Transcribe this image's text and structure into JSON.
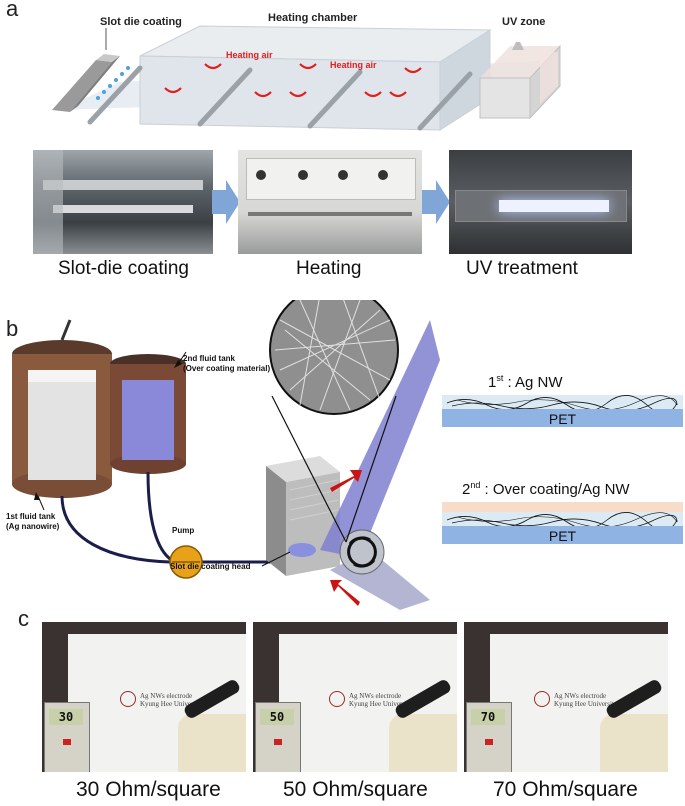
{
  "panel_a": {
    "letter": "a",
    "labels": {
      "slot_die": "Slot die coating",
      "heating_chamber": "Heating chamber",
      "uv_zone": "UV zone",
      "heating_air_1": "Heating air",
      "heating_air_2": "Heating air"
    },
    "photo_captions": [
      "Slot-die  coating",
      "Heating",
      "UV treatment"
    ]
  },
  "panel_b": {
    "letter": "b",
    "labels": {
      "tank2_line1": "2nd fluid tank",
      "tank2_line2": "(Over coating material)",
      "tank1_line1": "1st fluid tank",
      "tank1_line2": "(Ag nanowire)",
      "pump": "Pump",
      "head": "Slot die coating head"
    },
    "layers": {
      "first_prefix": "1",
      "first_sup": "st",
      "first_suffix": " : Ag NW",
      "first_substrate": "PET",
      "second_prefix": "2",
      "second_sup": "nd",
      "second_suffix": " : Over coating/Ag NW",
      "second_substrate": "PET"
    }
  },
  "panel_c": {
    "letter": "c",
    "samples": [
      {
        "meter": "30",
        "caption": "30 Ohm/square"
      },
      {
        "meter": "50",
        "caption": "50 Ohm/square"
      },
      {
        "meter": "70",
        "caption": "70 Ohm/square"
      }
    ],
    "logo_line1": "Ag NWs electrode",
    "logo_line2": "Kyung Hee University"
  }
}
